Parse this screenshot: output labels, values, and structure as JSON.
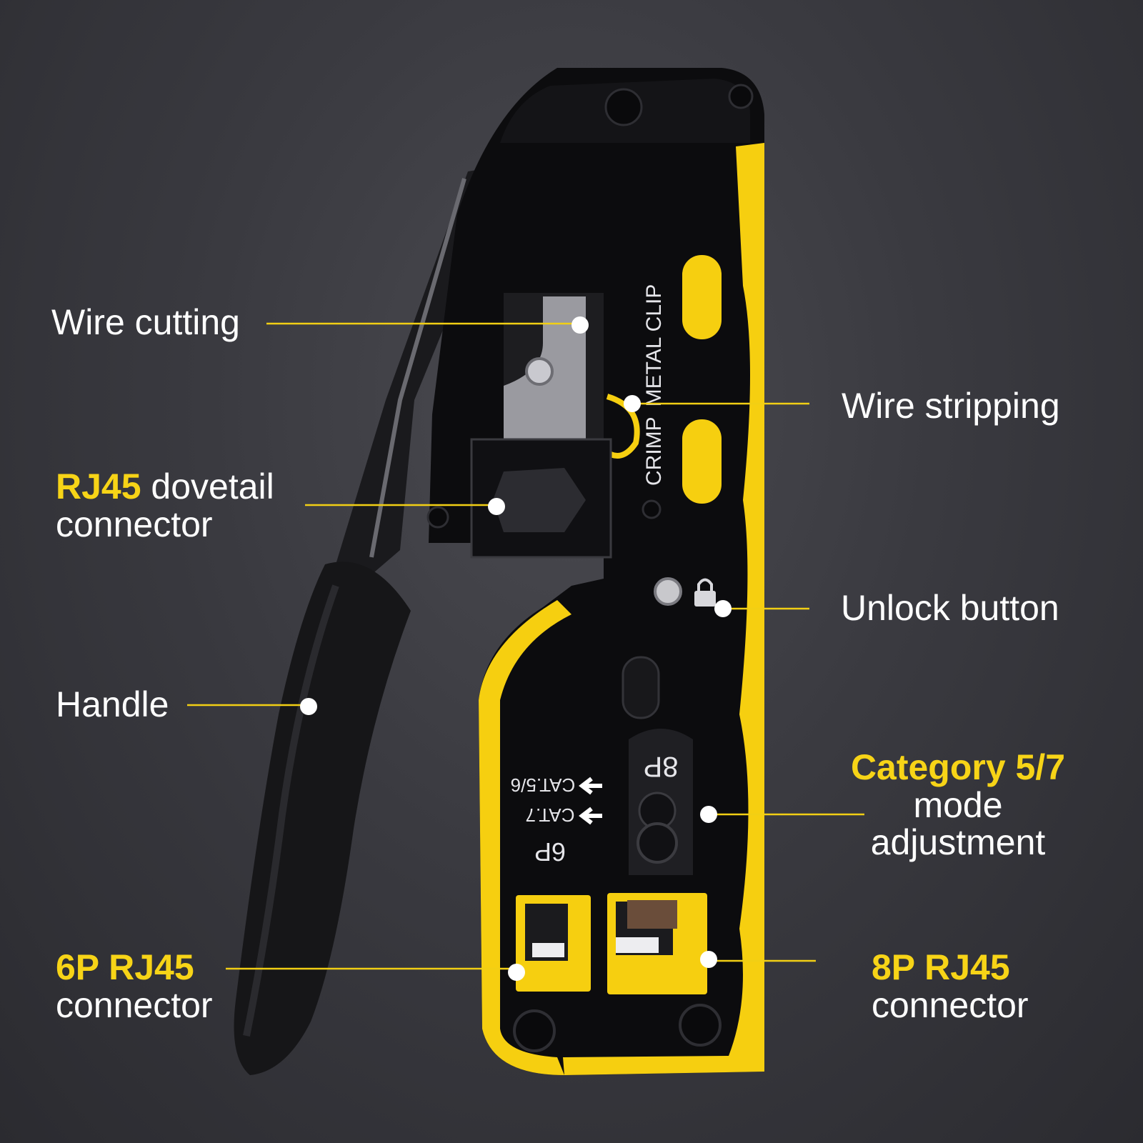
{
  "colors": {
    "accent": "#f7d417",
    "line": "#f2cf14",
    "text": "#ffffff",
    "tool_body": "#0c0c0e",
    "tool_yellow": "#f6cf10"
  },
  "labels": {
    "wire_cutting": "Wire cutting",
    "wire_stripping": "Wire stripping",
    "rj45_dovetail_highlight": "RJ45",
    "rj45_dovetail_rest": " dovetail",
    "rj45_dovetail_line2": "connector",
    "unlock_button": "Unlock button",
    "handle": "Handle",
    "category_highlight": "Category 5/7",
    "category_line2": "mode",
    "category_line3": "adjustment",
    "p6_highlight": "6P RJ45",
    "p6_line2": "connector",
    "p8_highlight": "8P RJ45",
    "p8_line2": "connector"
  },
  "tool_markings": {
    "crimp": "CRIMP",
    "metal_clip": "METAL CLIP",
    "p8": "8P",
    "p6": "6P",
    "cat56": "CAT.5/6",
    "cat7": "CAT.7"
  }
}
